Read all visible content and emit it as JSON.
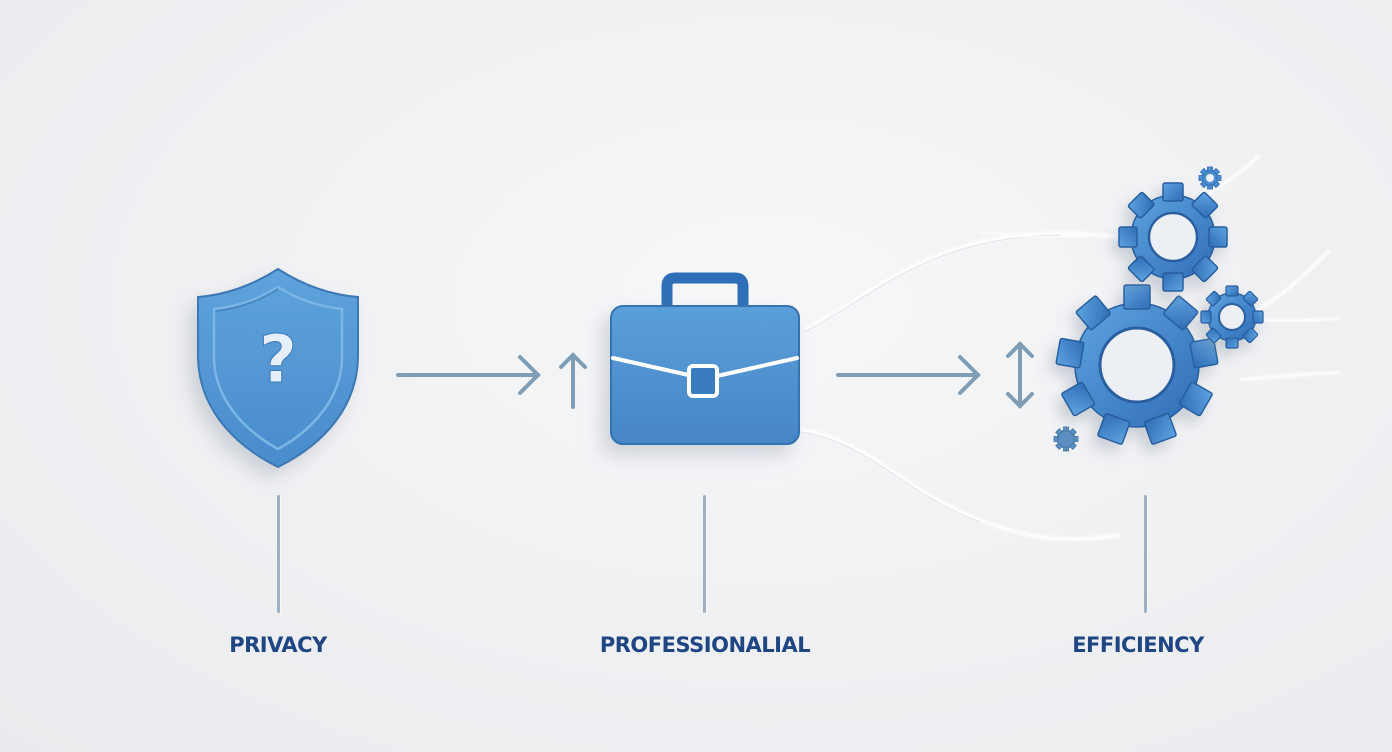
{
  "diagram": {
    "type": "concept-flow",
    "background_color": "#eef0f2",
    "accent_color": "#4a8fd0",
    "arrow_color": "#7f9db4",
    "label_color": "#1f4583",
    "nodes": [
      {
        "id": "privacy",
        "label": "PRIVACY",
        "icon": "shield-question-icon"
      },
      {
        "id": "professional",
        "label": "PROFESSIONALIAL",
        "icon": "briefcase-icon"
      },
      {
        "id": "efficiency",
        "label": "EFFICIENCY",
        "icon": "gears-icon"
      }
    ],
    "connectors": [
      {
        "from": "privacy",
        "to": "professional",
        "glyphs": [
          "arrow-right-icon",
          "arrow-up-icon"
        ]
      },
      {
        "from": "professional",
        "to": "efficiency",
        "glyphs": [
          "arrow-right-icon",
          "arrow-up-down-icon"
        ]
      }
    ]
  }
}
